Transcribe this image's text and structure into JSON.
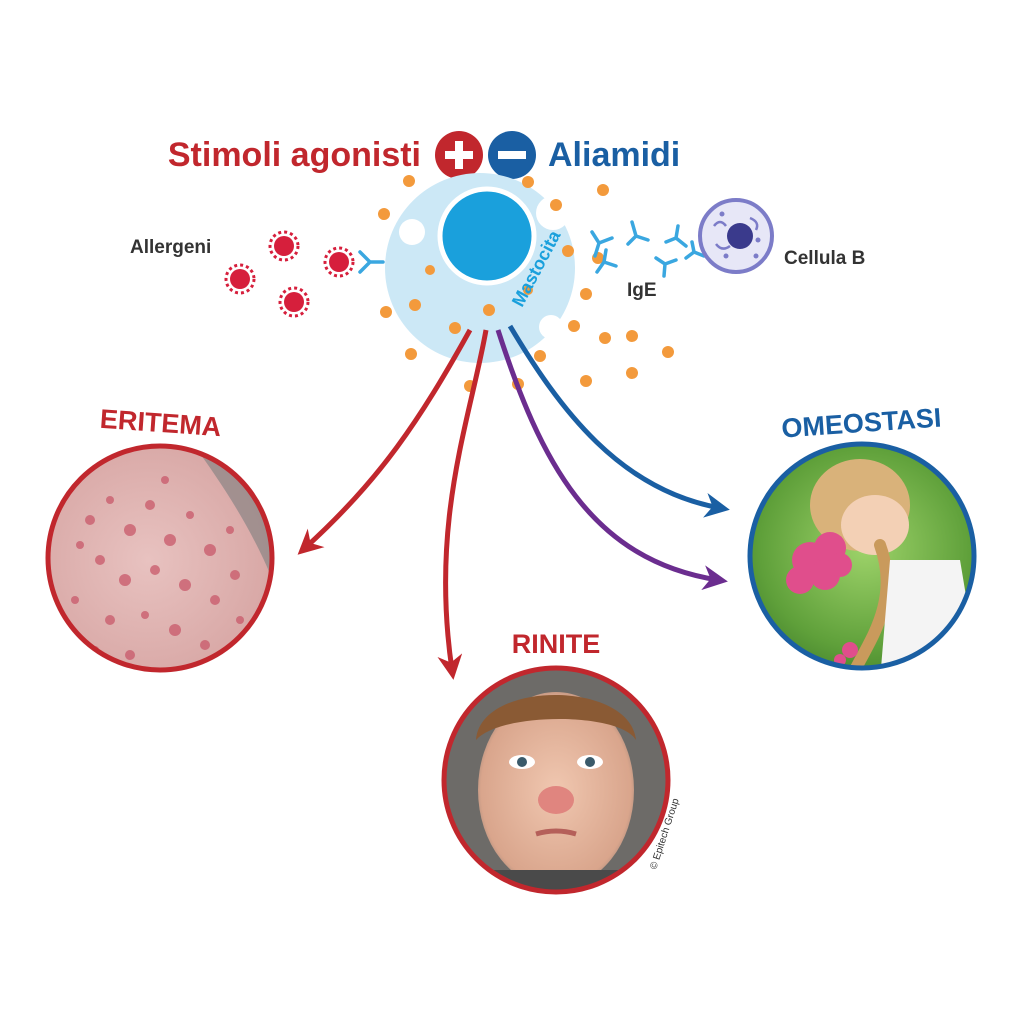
{
  "header": {
    "agonist_label": "Stimoli agonisti",
    "antagonist_label": "Aliamidi",
    "plus_symbol": "+",
    "minus_symbol": "−"
  },
  "labels": {
    "allergens": "Allergeni",
    "mast_cell": "Mastocita",
    "ige": "IgE",
    "b_cell": "Cellula B"
  },
  "outcomes": {
    "erythema": "ERITEMA",
    "rhinitis": "RINITE",
    "homeostasis": "OMEOSTASI"
  },
  "copyright": "© Epitech Group",
  "colors": {
    "red": "#c1272d",
    "blue": "#1a5fa3",
    "purple": "#6b2d8f",
    "cyan": "#1aa0dc",
    "light_blue": "#cce8f6",
    "orange": "#f39a3c",
    "allergen_red": "#d61f3c",
    "ige_blue": "#3aa7e0",
    "b_cell_purple": "#7c7cc8"
  },
  "icons": {
    "plus": "plus-circle-icon",
    "minus": "minus-circle-icon",
    "allergen": "virus-icon",
    "antibody": "antibody-y-icon",
    "b_cell": "b-cell-icon"
  }
}
